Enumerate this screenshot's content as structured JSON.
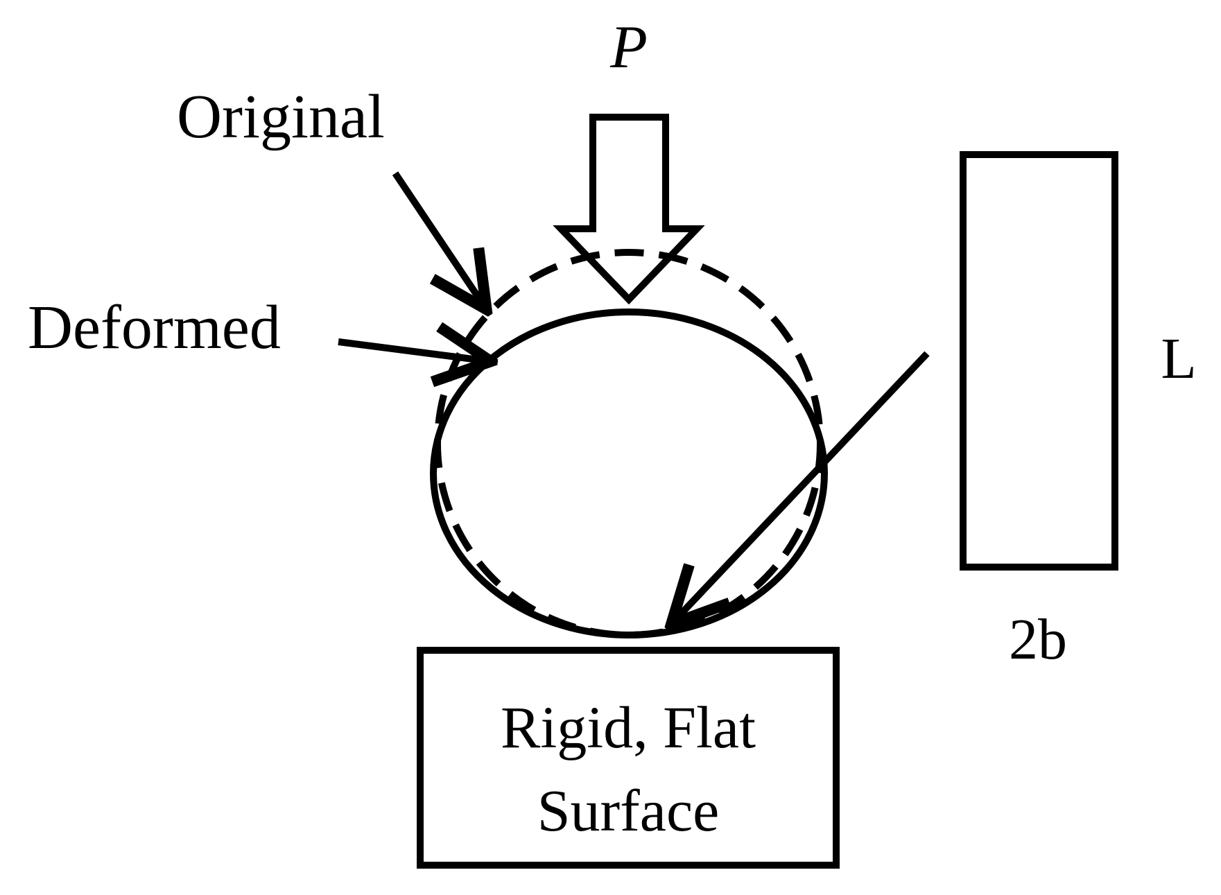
{
  "labels": {
    "force": "P",
    "original": "Original",
    "deformed": "Deformed",
    "surface_line1": "Rigid, Flat",
    "surface_line2": "Surface",
    "length": "L",
    "width": "2b"
  },
  "colors": {
    "stroke": "#000000",
    "background": "#ffffff"
  }
}
